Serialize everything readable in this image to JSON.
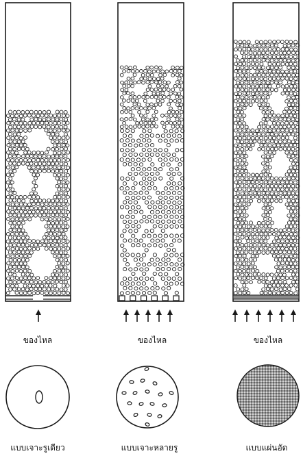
{
  "panels": [
    {
      "id": "single-hole",
      "flow_label": "ของไหล",
      "plate_label": "แบบเจาะรูเดียว",
      "plate_type": "single-hole",
      "arrow_count": 1
    },
    {
      "id": "multi-hole",
      "flow_label": "ของไหล",
      "plate_label": "แบบเจาะหลายรู",
      "plate_type": "multi-hole",
      "arrow_count": 5
    },
    {
      "id": "porous-plate",
      "flow_label": "ของไหล",
      "plate_label": "แบบแผ่นอัด",
      "plate_type": "porous",
      "arrow_count": 6
    }
  ],
  "colors": {
    "line": "#1a1a1a",
    "particle": "#222222",
    "porous_fill": "#6e6e6e"
  }
}
